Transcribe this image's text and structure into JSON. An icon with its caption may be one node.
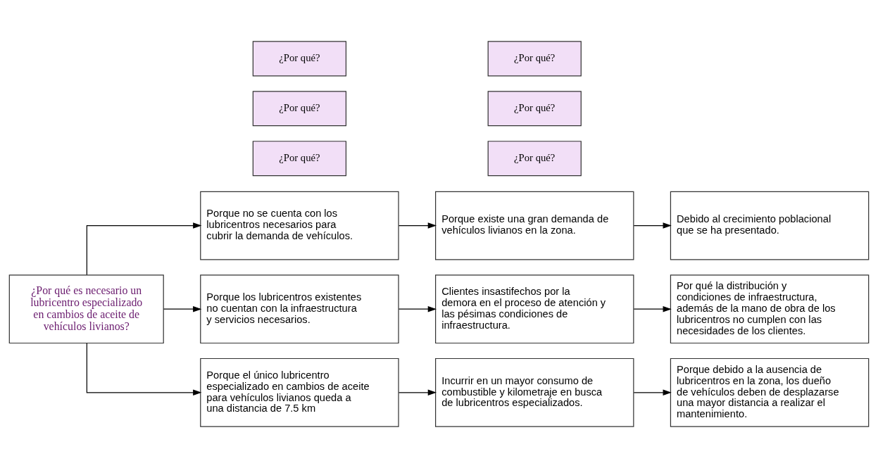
{
  "diagram": {
    "nodes": [
      {
        "text": [
          "¿Por qué es necesario un lubricentro especializado en cambios de aceite de vehículos livianos?"
        ]
      },
      {
        "text": [
          "¿Por qué?"
        ]
      },
      {
        "text": [
          "Porque no se cuenta con los lubricentros necesarios para cubrir la demanda de vehículos."
        ]
      },
      {
        "text": [
          "¿Por qué?"
        ]
      },
      {
        "text": [
          "Porque existe una gran demanda de vehículos livianos en la zona."
        ]
      },
      {
        "text": [
          "Debido al crecimiento poblacional que se ha presentado."
        ]
      },
      {
        "text": [
          "¿Por qué?"
        ]
      },
      {
        "text": [
          "Porque los lubricentros existentes no cuentan con la infraestructura y servicios necesarios."
        ]
      },
      {
        "text": [
          "¿Por qué?"
        ]
      },
      {
        "text": [
          "Clientes insastifechos por la demora en el proceso de atención y las pésimas condiciones de infraestructura."
        ]
      },
      {
        "text": [
          "Por qué la distribución y condiciones de infraestructura, además de la mano de obra de los lubricentros no cumplen con las necesidades de los clientes."
        ]
      },
      {
        "text": [
          "¿Por qué?"
        ]
      },
      {
        "text": [
          "Porque el único lubricentro especializado en cambios de aceite para vehículos livianos queda a una distancia de 7.5 km"
        ]
      },
      {
        "text": [
          "¿Por qué?"
        ]
      },
      {
        "text": [
          "Incurrir en un mayor consumo de combustible y kilometraje en busca de lubricentros especializados."
        ]
      },
      {
        "text": [
          "Porque debido a la ausencia de lubricentros en la zona, los dueño de vehículos deben de desplazarse una mayor distancia a realizar el mantenimiento."
        ]
      }
    ],
    "edges": [
      {
        "from": 0,
        "to": 2,
        "arrow": "to"
      },
      {
        "from": 0,
        "to": 7,
        "arrow": "to"
      },
      {
        "from": 0,
        "to": 12,
        "arrow": "to"
      },
      {
        "from": 2,
        "to": 4,
        "arrow": "to"
      },
      {
        "from": 4,
        "to": 5,
        "arrow": "to"
      },
      {
        "from": 7,
        "to": 9,
        "arrow": "to"
      },
      {
        "from": 9,
        "to": 10,
        "arrow": "to"
      },
      {
        "from": 12,
        "to": 14,
        "arrow": "to"
      },
      {
        "from": 14,
        "to": 15,
        "arrow": "to"
      }
    ]
  }
}
